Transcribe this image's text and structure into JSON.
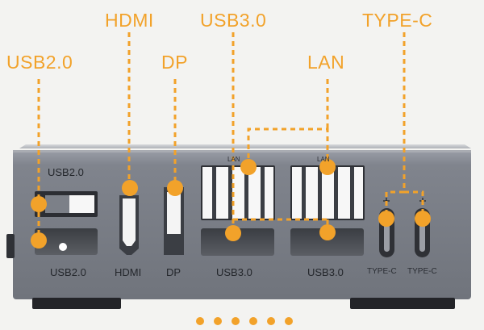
{
  "callouts": {
    "usb2": "USB2.0",
    "hdmi": "HDMI",
    "dp": "DP",
    "usb3": "USB3.0",
    "lan": "LAN",
    "typec": "TYPE-C"
  },
  "panel_labels": {
    "usb2_top": "USB2.0",
    "usb2_bottom": "USB2.0",
    "hdmi": "HDMI",
    "dp": "DP",
    "usb3_left": "USB3.0",
    "usb3_right": "USB3.0",
    "typec_left": "TYPE-C",
    "typec_right": "TYPE-C",
    "lan_left": "LAN",
    "lan_right": "LAN"
  },
  "pagination": {
    "total": 6,
    "active": 0
  },
  "colors": {
    "accent": "#f2a22a",
    "panel": "#7d818b"
  }
}
